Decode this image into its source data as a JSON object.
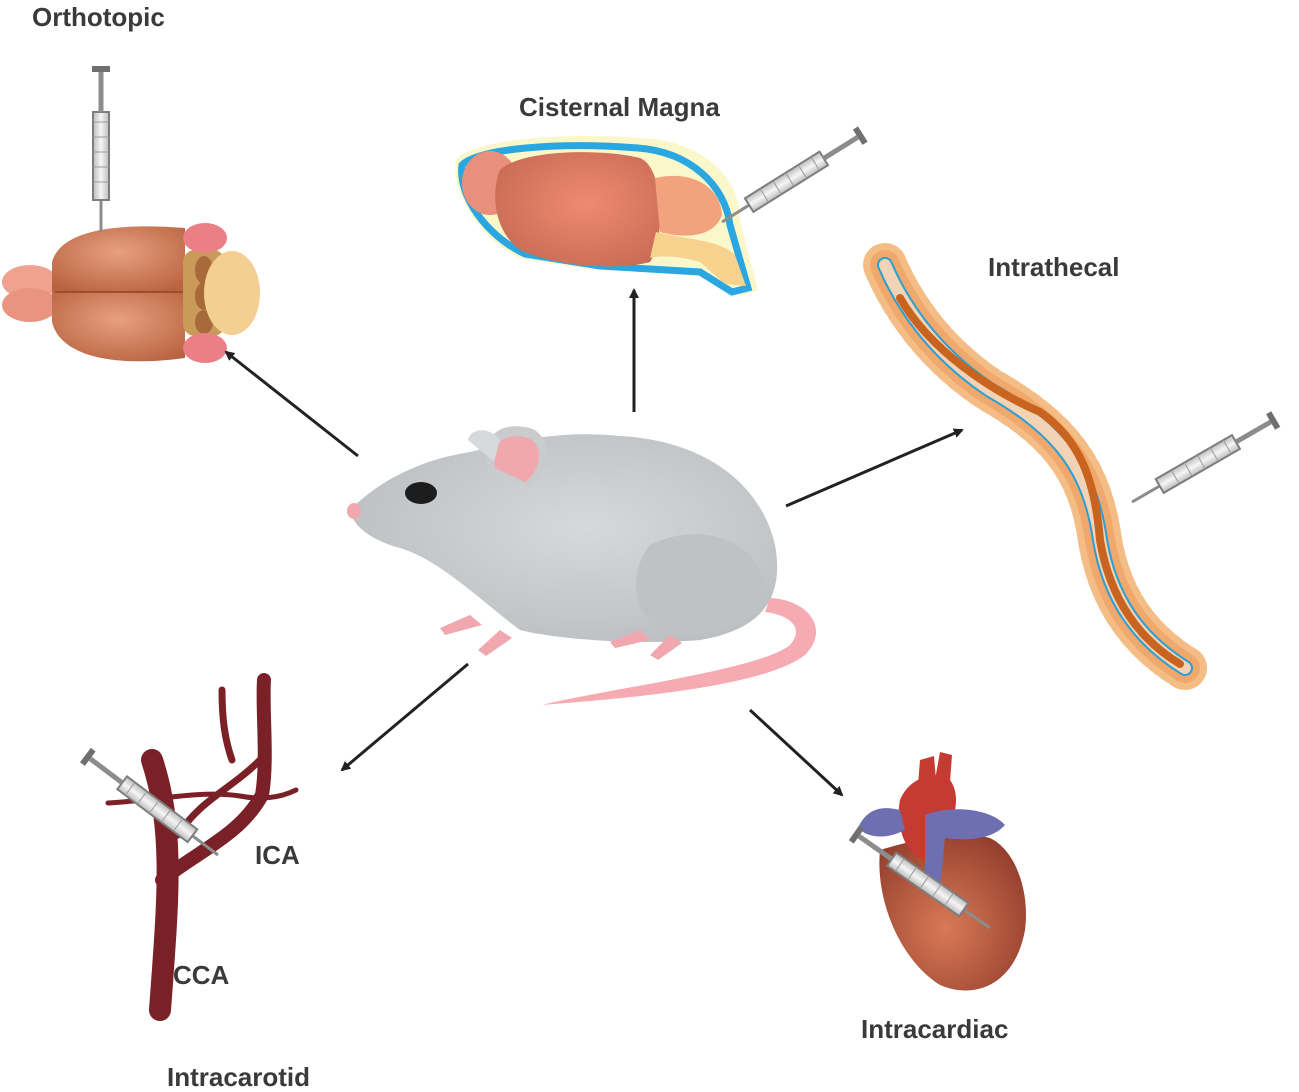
{
  "routes": {
    "orthotopic": "Orthotopic",
    "cisternal_magna": "Cisternal Magna",
    "intrathecal": "Intrathecal",
    "intracarotid": "Intracarotid",
    "intracardiac": "Intracardiac"
  },
  "vessel_labels": {
    "ica": "ICA",
    "cca": "CCA"
  },
  "colors": {
    "arrow": "#222222",
    "syringe_body": "#e6e6e6",
    "syringe_metal": "#8c8c8c",
    "mouse_body": "#c9cbcd",
    "mouse_pink": "#f0a7ae",
    "brain": "#cf7a5c",
    "csf_blue": "#2aa7e0",
    "vessel": "#7a2027",
    "spine_bone": "#f4bd85",
    "heart": "#b5533a",
    "heart_vein": "#6d6fb0"
  }
}
